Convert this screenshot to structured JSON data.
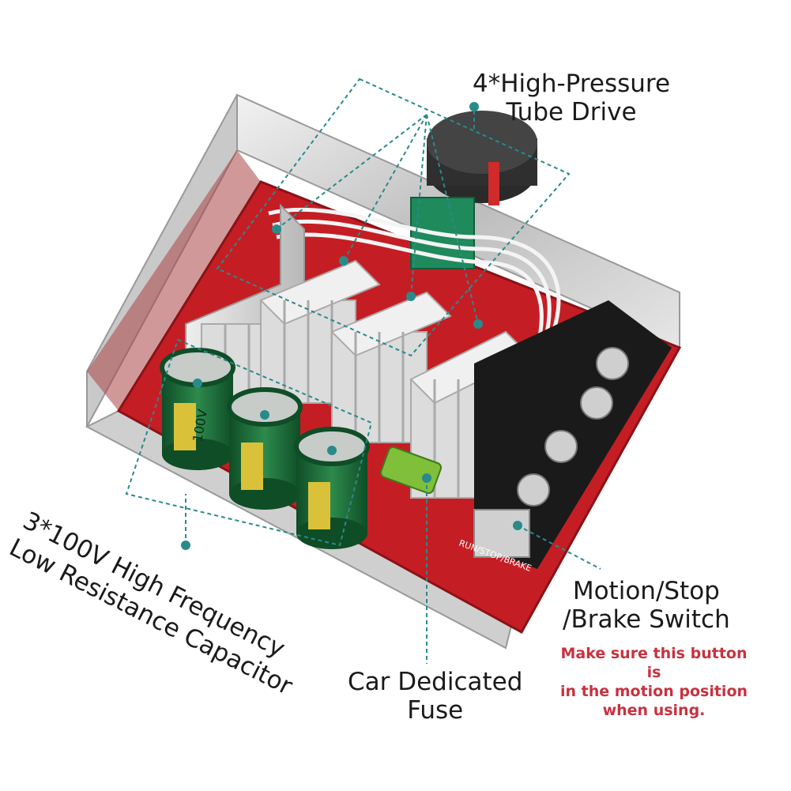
{
  "annotations": {
    "pressure_tube": {
      "line1": "4*High-Pressure",
      "line2": "Tube Drive"
    },
    "capacitor": {
      "line1": "3*100V High Frequency",
      "line2": "Low Resistance Capacitor"
    },
    "fuse": {
      "line1": "Car Dedicated",
      "line2": "Fuse"
    },
    "switch": {
      "line1": "Motion/Stop",
      "line2": "/Brake Switch"
    },
    "warning": {
      "line1": "Make sure this button is",
      "line2": "in the motion position",
      "line3": "when using."
    }
  },
  "capacitor_marking": "100V",
  "board_marking": "RUN/STOP/BRAKE",
  "colors": {
    "board": "#c41e24",
    "heatsink": "#d8d8d8",
    "capacitor": "#1f6b3a",
    "terminal": "#1a1a1a",
    "callout": "#2a8a8a",
    "warning": "#c8323f"
  }
}
